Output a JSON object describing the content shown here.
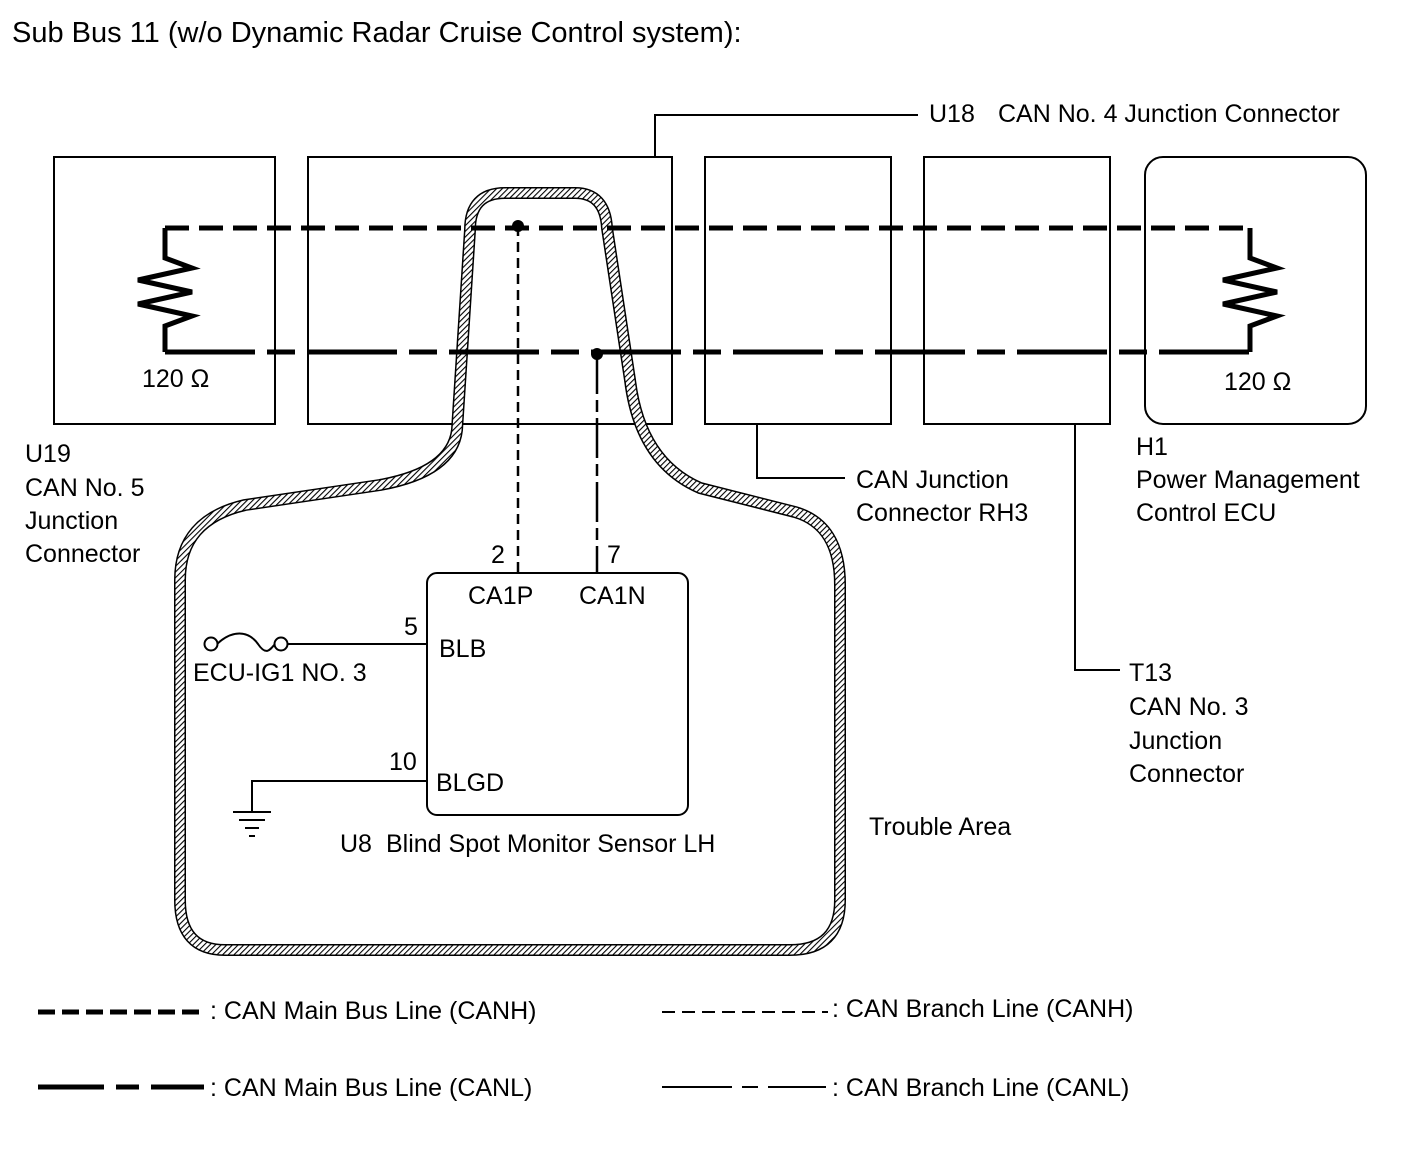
{
  "title": "Sub Bus 11 (w/o Dynamic Radar Cruise Control system):",
  "connectors": {
    "u19": {
      "code": "U19",
      "name_lines": [
        "CAN No. 5",
        "Junction",
        "Connector"
      ],
      "resistor": "120 Ω"
    },
    "u18": {
      "code": "U18",
      "name": "CAN No. 4 Junction Connector"
    },
    "rh3": {
      "name_lines": [
        "CAN Junction",
        "Connector RH3"
      ]
    },
    "h1": {
      "code": "H1",
      "name_lines": [
        "Power Management",
        "Control ECU"
      ],
      "resistor": "120 Ω"
    },
    "t13": {
      "code": "T13",
      "name_lines": [
        "CAN No. 3",
        "Junction",
        "Connector"
      ]
    }
  },
  "sensor": {
    "code": "U8",
    "name": "Blind Spot Monitor Sensor LH",
    "pins": {
      "ca1p": {
        "number": "2",
        "label": "CA1P"
      },
      "ca1n": {
        "number": "7",
        "label": "CA1N"
      },
      "blb": {
        "number": "5",
        "label": "BLB"
      },
      "blgd": {
        "number": "10",
        "label": "BLGD"
      }
    },
    "fuse": "ECU-IG1 NO. 3"
  },
  "trouble_area": "Trouble Area",
  "legend": {
    "main_canh": ": CAN Main Bus Line (CANH)",
    "main_canl": ": CAN Main Bus Line (CANL)",
    "branch_canh": ": CAN Branch Line (CANH)",
    "branch_canl": ": CAN Branch Line (CANL)"
  }
}
